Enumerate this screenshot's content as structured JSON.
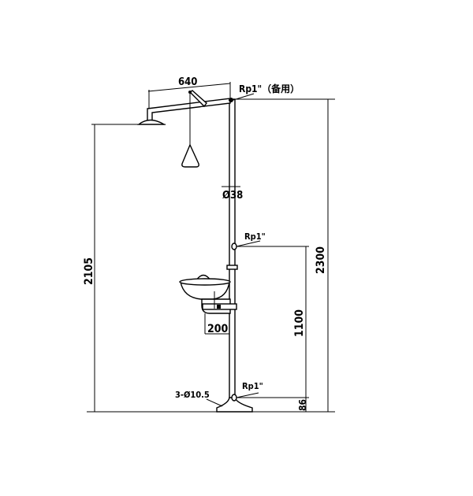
{
  "drawing": {
    "dim_arm_length": "640",
    "dim_shower_height": "2105",
    "dim_total_height": "2300",
    "dim_pipe_diameter": "Ø38",
    "dim_inlet_height": "1100",
    "dim_bottom_inlet": "86",
    "dim_basin_offset": "200",
    "label_top_inlet": "Rp1\"（备用）",
    "label_mid_inlet": "Rp1\"",
    "label_bottom_inlet": "Rp1\"",
    "label_base_holes": "3-Ø10.5"
  }
}
